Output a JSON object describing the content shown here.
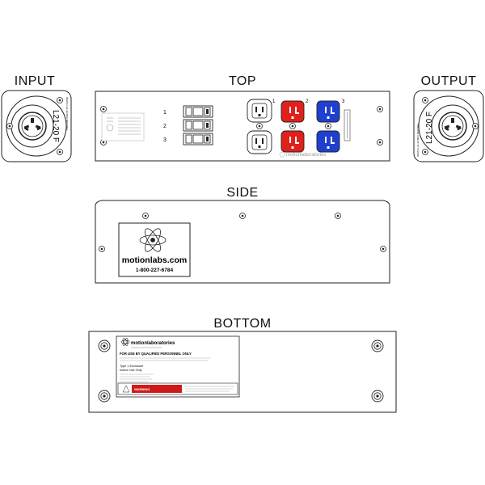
{
  "views": {
    "input": "INPUT",
    "top": "TOP",
    "output": "OUTPUT",
    "side": "SIDE",
    "bottom": "BOTTOM"
  },
  "input_connector": {
    "type_label": "L21-20 F",
    "side_text": "WHITE L21-20 BOX NEUTRAL"
  },
  "output_connector": {
    "type_label": "L21-20 F",
    "side_text": "WHITE L21-20 BOX NEUTRAL"
  },
  "top_panel": {
    "breaker_numbers": [
      "1",
      "2",
      "3"
    ],
    "outlet_numbers": [
      "1",
      "2",
      "3"
    ],
    "brand_mark": "motionlaboratories",
    "colors": {
      "red_outlet": "#e0201b",
      "blue_outlet": "#1f3fd0",
      "white_outlet": "#ffffff"
    }
  },
  "side_panel": {
    "brand": "motionlabs.com",
    "phone": "1-800-227-6784"
  },
  "bottom_panel": {
    "brand": "motionlaboratories",
    "notice": "FOR USE BY QUALIFIED PERSONNEL ONLY",
    "enclosure": "Type 1 Enclosure",
    "indoor": "Indoor Use Only",
    "warning": "WARNING"
  }
}
